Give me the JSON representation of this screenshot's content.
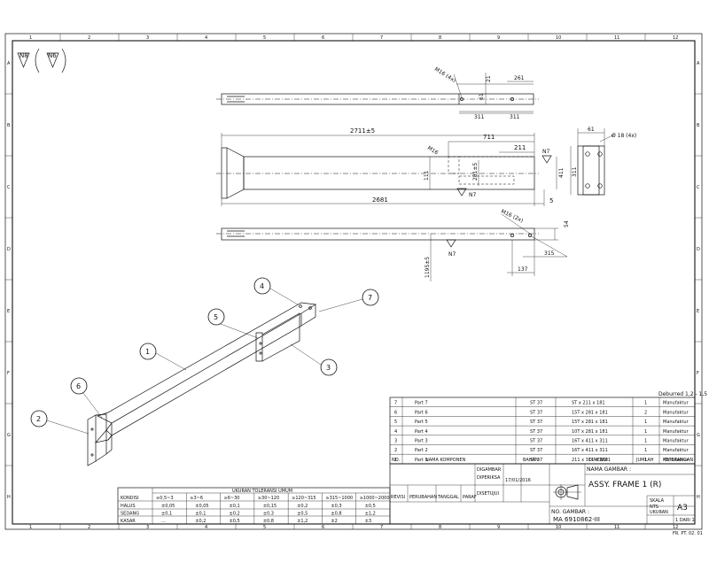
{
  "grid": {
    "cols": [
      "1",
      "2",
      "3",
      "4",
      "5",
      "6",
      "7",
      "8",
      "9",
      "10",
      "11",
      "12"
    ],
    "rows": [
      "A",
      "B",
      "C",
      "D",
      "E",
      "F",
      "G",
      "H"
    ]
  },
  "surface_symbols": {
    "main": "N8",
    "bracket": "N6"
  },
  "dims": {
    "top_m16": "M16 (4x)",
    "top_21": "21",
    "top_261": "261",
    "top_61": "61",
    "top_311a": "311",
    "top_311b": "311",
    "overall": "2711±5",
    "d711": "711",
    "d211": "211",
    "n7_top": "N7",
    "m16_mid": "M16",
    "d111": "111",
    "d281": "281±5",
    "d411": "411",
    "n7_low": "N7",
    "d2681": "2681",
    "d5": "5",
    "m16_2x": "M16 (2x)",
    "d54": "54",
    "d315": "315",
    "n7_bot": "N7",
    "d1195": "1195±5",
    "d137": "137",
    "side_61": "61",
    "side_18": "Ø 18 (4x)",
    "side_311": "311"
  },
  "balloons": [
    "1",
    "2",
    "3",
    "4",
    "5",
    "6",
    "7"
  ],
  "tolerance": {
    "title": "UKURAN TOLERANSI UMUM",
    "row_header": "KONDISI",
    "ranges": [
      "≥0,5~3",
      "≥3~6",
      "≥6~30",
      "≥30~120",
      "≥120~315",
      "≥315~1000",
      "≥1000~2000"
    ],
    "rows": [
      {
        "name": "HALUS",
        "vals": [
          "±0,05",
          "±0,05",
          "±0,1",
          "±0,15",
          "±0,2",
          "±0,3",
          "±0,5"
        ]
      },
      {
        "name": "SEDANG",
        "vals": [
          "±0,1",
          "±0,1",
          "±0,2",
          "±0,3",
          "±0,5",
          "±0,8",
          "±1,2"
        ]
      },
      {
        "name": "KASAR",
        "vals": [
          "...",
          "±0,2",
          "±0,5",
          "±0,8",
          "±1,2",
          "±2",
          "±3"
        ]
      }
    ]
  },
  "deburr": "Deburred 1,2 - 1,5",
  "parts": [
    {
      "no": "7",
      "name": "Part 7",
      "mat": "ST 37",
      "dim": "ST x 211 x 181",
      "qty": "1",
      "note": "Manufaktur"
    },
    {
      "no": "6",
      "name": "Part 6",
      "mat": "ST 37",
      "dim": "15T x 281 x 181",
      "qty": "2",
      "note": "Manufaktur"
    },
    {
      "no": "5",
      "name": "Part 5",
      "mat": "ST 37",
      "dim": "15T x 281 x 181",
      "qty": "1",
      "note": "Manufaktur"
    },
    {
      "no": "4",
      "name": "Part 4",
      "mat": "ST 37",
      "dim": "10T x 281 x 181",
      "qty": "1",
      "note": "Manufaktur"
    },
    {
      "no": "3",
      "name": "Part 3",
      "mat": "ST 37",
      "dim": "16T x 411 x 311",
      "qty": "1",
      "note": "Manufaktur"
    },
    {
      "no": "2",
      "name": "Part 2",
      "mat": "ST 37",
      "dim": "16T x 411 x 311",
      "qty": "1",
      "note": "Manufaktur"
    },
    {
      "no": "1",
      "name": "Part 1",
      "mat": "ST 37",
      "dim": "211 x 311 x 2681",
      "qty": "1",
      "note": "Manufaktur"
    }
  ],
  "parts_header": {
    "no": "NO.",
    "name": "NAMA KOMPONEN",
    "mat": "BAHAN",
    "dim": "DIMENSI",
    "qty": "JUMLAH",
    "note": "KETERANGAN"
  },
  "title_block": {
    "drawing_name_label": "NAMA GAMBAR :",
    "drawing_name": "ASSY. FRAME 1 (R)",
    "drawing_no_label": "NO. GAMBAR :",
    "drawing_no": "MA 6910862-III",
    "scale_label": "SKALA",
    "scale": "NTS",
    "size": "A3",
    "size_label": "UKURAN",
    "sheet": "1 DARI 1",
    "date": "17/01/2016",
    "sign_labels": [
      "REVISI",
      "PERUBAHAN",
      "TANGGAL",
      "PARAF"
    ],
    "people": [
      "DIGAMBAR",
      "DIPERIKSA",
      "DISETUJUI"
    ]
  },
  "form_code": "FR. PT. 02. 01"
}
